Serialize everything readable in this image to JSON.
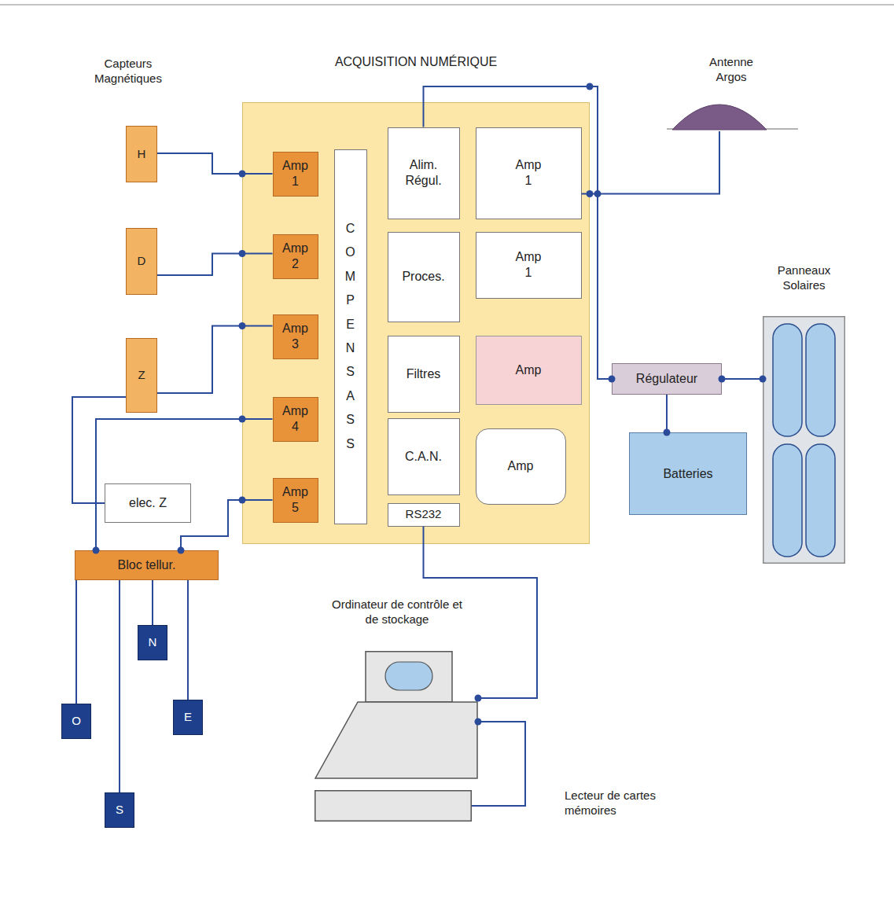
{
  "diagram": {
    "nodes": [
      {
        "text": [
          "ACQUISITION NUMÉRIQUE"
        ]
      },
      {
        "text": [
          "Amp 1"
        ],
        "in": 0
      },
      {
        "text": [
          "Amp 2"
        ],
        "in": 0
      },
      {
        "text": [
          "Amp 3"
        ],
        "in": 0
      },
      {
        "text": [
          "Amp 4"
        ],
        "in": 0
      },
      {
        "text": [
          "Amp 5"
        ],
        "in": 0
      },
      {
        "text": [
          "COMPENS ASS"
        ],
        "in": 0
      },
      {
        "text": [
          "Alim. Régul."
        ],
        "in": 0
      },
      {
        "text": [
          "Proces."
        ],
        "in": 0
      },
      {
        "text": [
          "Filtres"
        ],
        "in": 0
      },
      {
        "text": [
          "C.A.N."
        ],
        "in": 0
      },
      {
        "text": [
          "RS232"
        ],
        "in": 0
      },
      {
        "text": [
          "Amp 1"
        ],
        "in": 0
      },
      {
        "text": [
          "Amp 1"
        ],
        "in": 0
      },
      {
        "text": [
          "Amp"
        ],
        "in": 0
      },
      {
        "text": [
          "Amp"
        ],
        "in": 0
      },
      {
        "text": [
          "H"
        ]
      },
      {
        "text": [
          "D"
        ]
      },
      {
        "text": [
          "Z"
        ]
      },
      {
        "text": [
          "elec. Z"
        ]
      },
      {
        "text": [
          "Bloc tellur."
        ]
      },
      {
        "text": [
          "N"
        ]
      },
      {
        "text": [
          "O"
        ]
      },
      {
        "text": [
          "E"
        ]
      },
      {
        "text": [
          "S"
        ]
      },
      {
        "text": [
          "Antenne Argos"
        ]
      },
      {
        "text": [
          "Régulateur"
        ]
      },
      {
        "text": [
          "Batteries"
        ]
      },
      {
        "text": [
          "Panneaux Solaires"
        ]
      },
      {
        "text": [
          "Ordinateur de contrôle et de stockage"
        ]
      },
      {
        "text": [
          "Lecteur de cartes mémoires"
        ]
      }
    ],
    "edges": [
      {
        "from": 16,
        "to": 1,
        "arrow": "none"
      },
      {
        "from": 17,
        "to": 2,
        "arrow": "none"
      },
      {
        "from": 18,
        "to": 3,
        "arrow": "none"
      },
      {
        "from": 18,
        "to": 19,
        "arrow": "none"
      },
      {
        "from": 20,
        "to": 4,
        "arrow": "none"
      },
      {
        "from": 20,
        "to": 5,
        "arrow": "none"
      },
      {
        "from": 20,
        "to": 21,
        "arrow": "none"
      },
      {
        "from": 20,
        "to": 22,
        "arrow": "none"
      },
      {
        "from": 20,
        "to": 23,
        "arrow": "none"
      },
      {
        "from": 20,
        "to": 24,
        "arrow": "none"
      },
      {
        "from": 11,
        "to": 29,
        "arrow": "none"
      },
      {
        "from": 29,
        "to": 30,
        "arrow": "none"
      },
      {
        "from": 7,
        "to": 26,
        "arrow": "none"
      },
      {
        "from": 12,
        "to": 25,
        "arrow": "none"
      },
      {
        "from": 26,
        "to": 27,
        "arrow": "none"
      },
      {
        "from": 26,
        "to": 28,
        "arrow": "none"
      }
    ],
    "labels": [
      "Capteurs Magnétiques"
    ]
  }
}
